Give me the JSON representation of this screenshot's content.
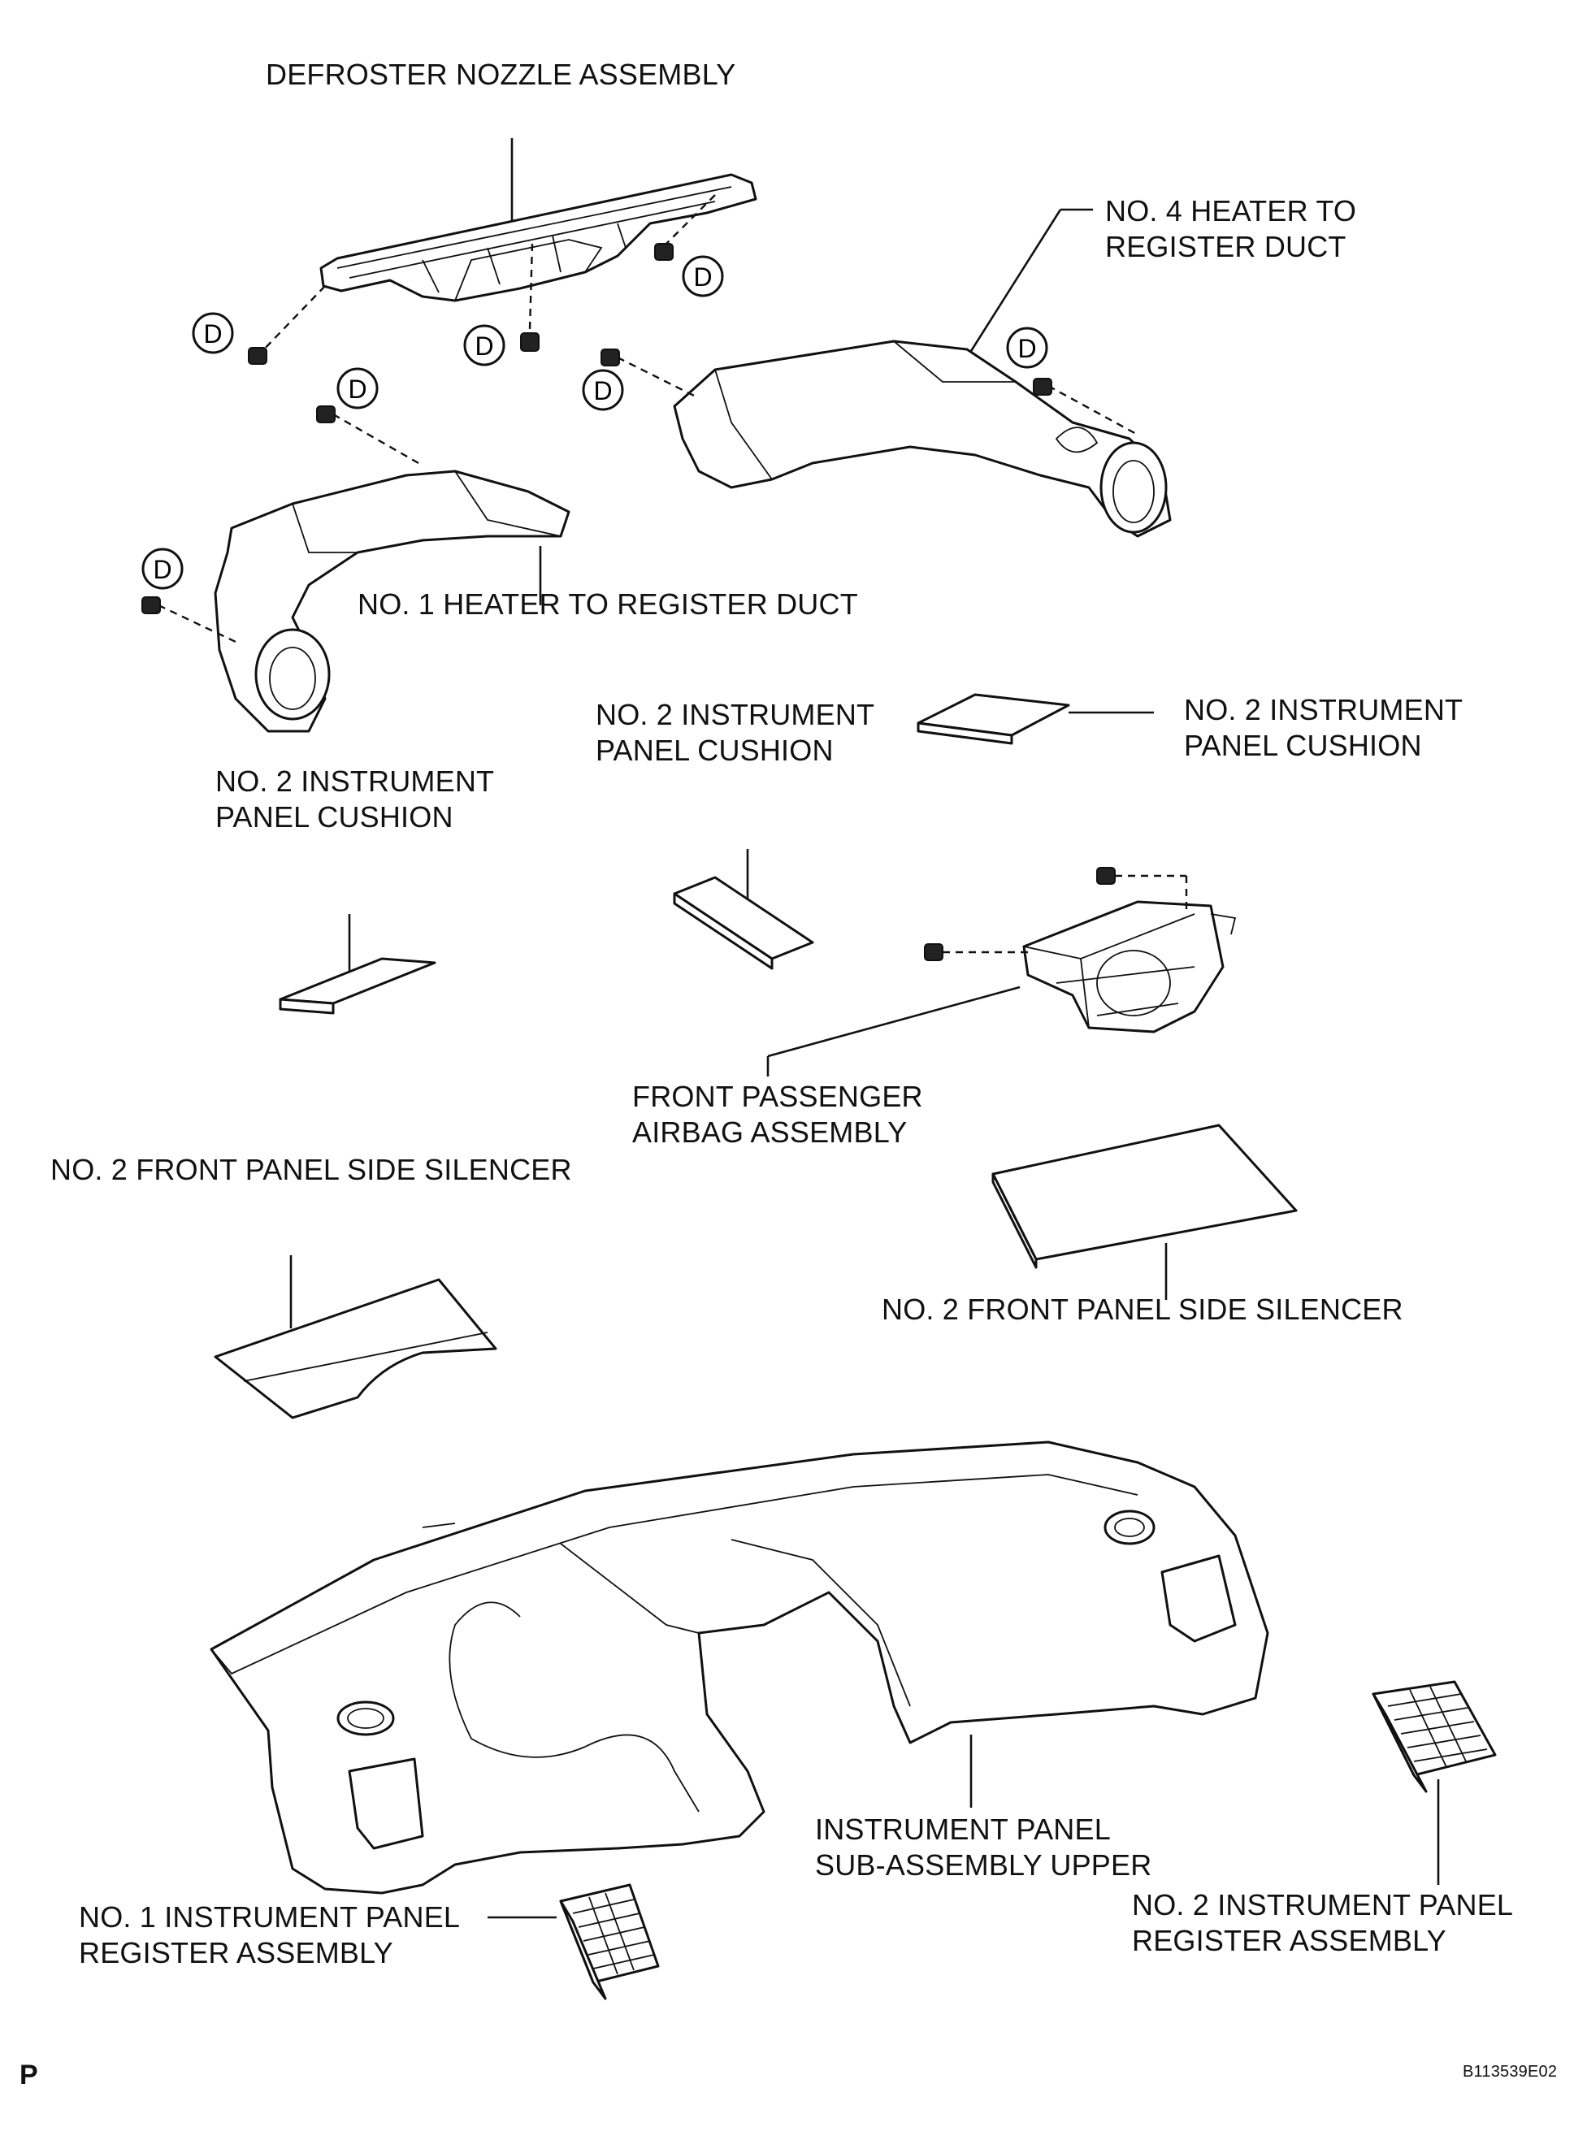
{
  "labels": {
    "defroster_nozzle": "DEFROSTER NOZZLE ASSEMBLY",
    "no4_duct_line1": "NO. 4 HEATER TO",
    "no4_duct_line2": "REGISTER DUCT",
    "no1_duct": "NO. 1 HEATER TO REGISTER DUCT",
    "cushion_left_line1": "NO. 2 INSTRUMENT",
    "cushion_left_line2": "PANEL CUSHION",
    "cushion_mid_line1": "NO. 2 INSTRUMENT",
    "cushion_mid_line2": "PANEL CUSHION",
    "cushion_right_line1": "NO. 2 INSTRUMENT",
    "cushion_right_line2": "PANEL CUSHION",
    "airbag_line1": "FRONT PASSENGER",
    "airbag_line2": "AIRBAG ASSEMBLY",
    "silencer_left": "NO. 2 FRONT PANEL SIDE SILENCER",
    "silencer_right": "NO. 2 FRONT PANEL SIDE SILENCER",
    "panel_upper_line1": "INSTRUMENT PANEL",
    "panel_upper_line2": "SUB-ASSEMBLY UPPER",
    "register_no1_line1": "NO. 1 INSTRUMENT PANEL",
    "register_no1_line2": "REGISTER ASSEMBLY",
    "register_no2_line1": "NO. 2 INSTRUMENT PANEL",
    "register_no2_line2": "REGISTER ASSEMBLY"
  },
  "fastener_marker": "D",
  "corner_mark": "P",
  "figure_code": "B113539E02"
}
